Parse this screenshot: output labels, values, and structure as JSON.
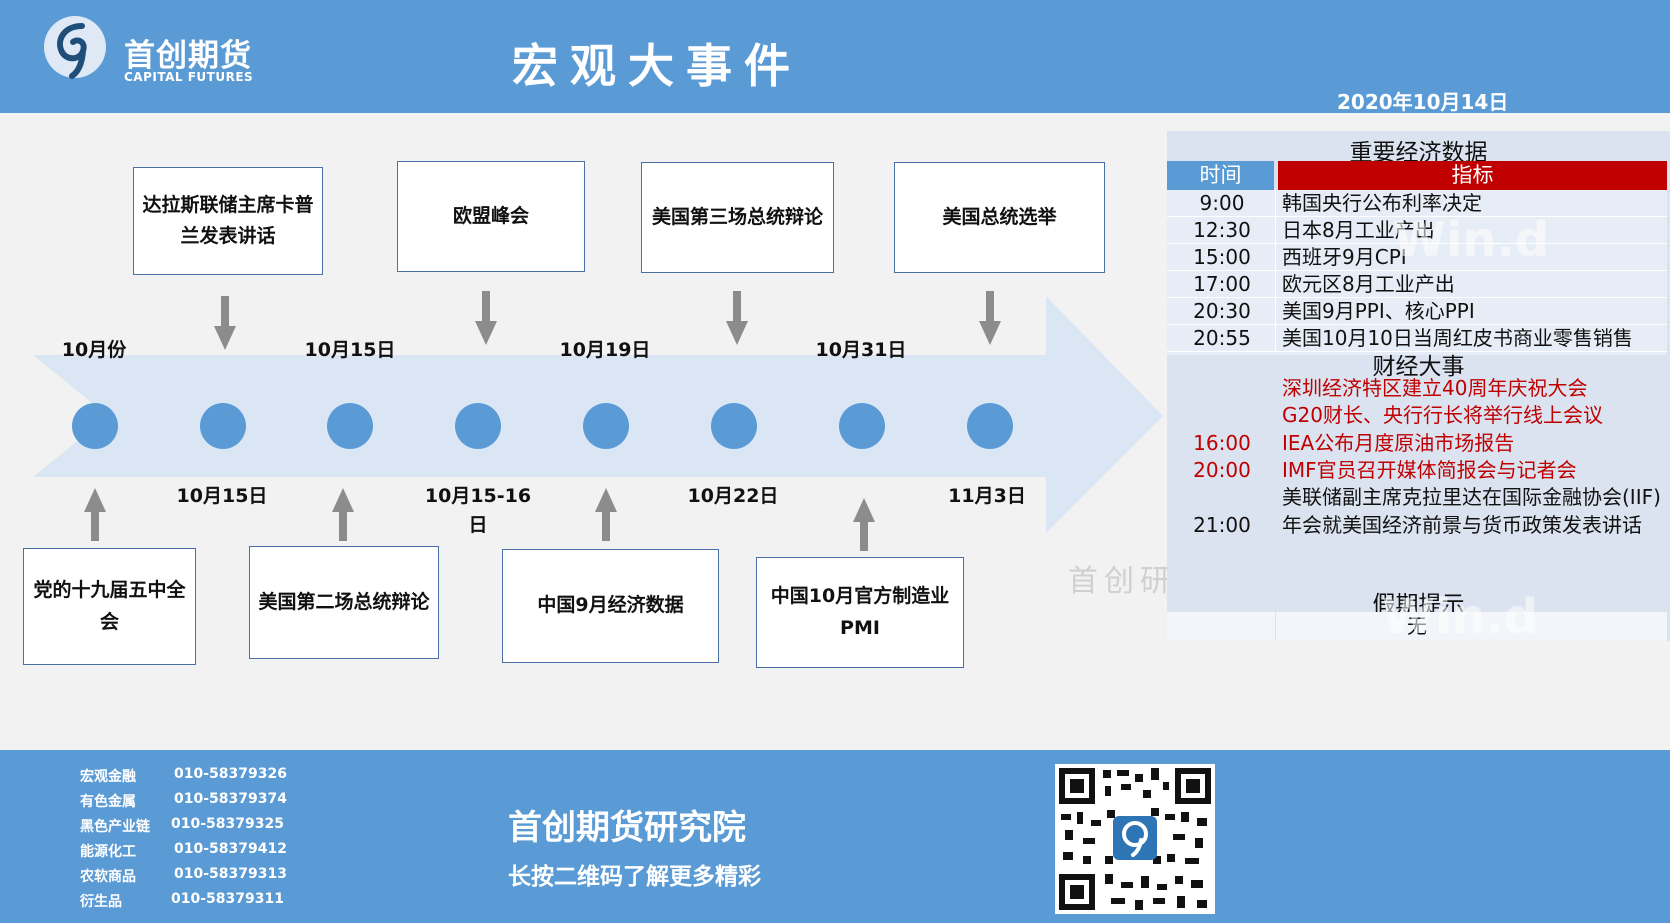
{
  "header": {
    "brand_cn": "首创期货",
    "brand_en": "CAPITAL FUTURES",
    "title": "宏观大事件",
    "date": "2020年10月14日"
  },
  "timeline": {
    "top_dates": [
      "10月份",
      "10月15日",
      "10月19日",
      "10月31日"
    ],
    "bottom_dates": [
      "10月15日",
      "10月15-16日",
      "10月22日",
      "11月3日"
    ],
    "top_events": [
      "达拉斯联储主席卡普兰发表讲话",
      "欧盟峰会",
      "美国第三场总统辩论",
      "美国总统选举"
    ],
    "bottom_events": [
      "党的十九届五中全会",
      "美国第二场总统辩论",
      "中国9月经济数据",
      "中国10月官方制造业PMI"
    ]
  },
  "panel": {
    "data_title": "重要经济数据",
    "col_time": "时间",
    "col_indicator": "指标",
    "data_rows": [
      {
        "time": "9:00",
        "text": "韩国央行公布利率决定"
      },
      {
        "time": "12:30",
        "text": "日本8月工业产出"
      },
      {
        "time": "15:00",
        "text": "西班牙9月CPI"
      },
      {
        "time": "17:00",
        "text": "欧元区8月工业产出"
      },
      {
        "time": "20:30",
        "text": "美国9月PPI、核心PPI"
      },
      {
        "time": "20:55",
        "text": "美国10月10日当周红皮书商业零售销售"
      }
    ],
    "events_title": "财经大事",
    "events": [
      {
        "time": "",
        "text": "深圳经济特区建立40周年庆祝大会"
      },
      {
        "time": "",
        "text": "G20财长、央行行长将举行线上会议"
      },
      {
        "time": "16:00",
        "text": "IEA公布月度原油市场报告"
      },
      {
        "time": "20:00",
        "text": "IMF官员召开媒体简报会与记者会"
      },
      {
        "time": "21:00",
        "text": "美联储副主席克拉里达在国际金融协会(IIF)年会就美国经济前景与货币政策发表讲话"
      }
    ],
    "holiday_title": "假期提示",
    "holiday_value": "无",
    "watermark": "Win.d"
  },
  "watermark_text": "首创研",
  "footer": {
    "contacts": [
      {
        "dept": "宏观金融",
        "phone": "010-58379326"
      },
      {
        "dept": "有色金属",
        "phone": "010-58379374"
      },
      {
        "dept": "黑色产业链",
        "phone": "010-58379325"
      },
      {
        "dept": "能源化工",
        "phone": "010-58379412"
      },
      {
        "dept": "农软商品",
        "phone": "010-58379313"
      },
      {
        "dept": "衍生品",
        "phone": "010-58379311"
      }
    ],
    "institute": "首创期货研究院",
    "subtitle": "长按二维码了解更多精彩"
  },
  "colors": {
    "brand_blue": "#5b9bd5",
    "indicator_red": "#c00000",
    "event_red": "#c00000",
    "arrow_blue": "#dbe6f4",
    "node_blue": "#5b9bd5"
  }
}
